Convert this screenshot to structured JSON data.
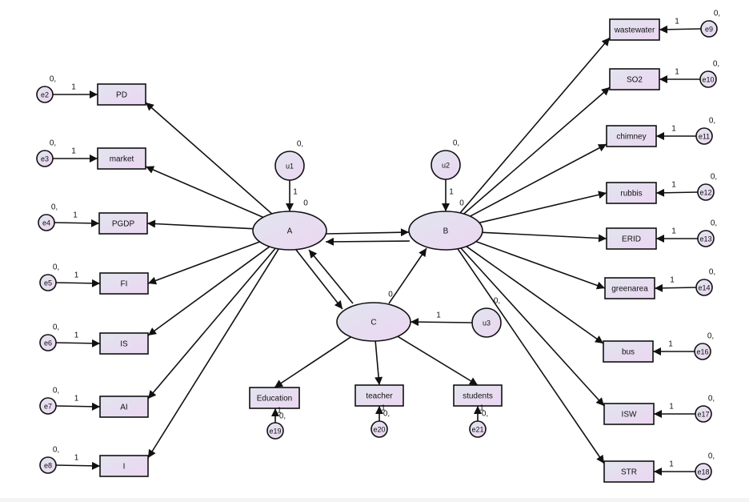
{
  "diagram": {
    "type": "structural-equation-model",
    "colors": {
      "node_fill_start": "#e1e5ee",
      "node_fill_end": "#ecd6f2",
      "stroke": "#1a1a1a",
      "background": "#ffffff"
    },
    "latent": [
      {
        "id": "A",
        "label": "A",
        "param": "0"
      },
      {
        "id": "B",
        "label": "B",
        "param": "0"
      },
      {
        "id": "C",
        "label": "C",
        "param": "0"
      }
    ],
    "disturbances": [
      {
        "id": "u1",
        "label": "u1",
        "param": "0,",
        "target": "A",
        "weight": "1"
      },
      {
        "id": "u2",
        "label": "u2",
        "param": "0,",
        "target": "B",
        "weight": "1"
      },
      {
        "id": "u3",
        "label": "u3",
        "param": "0,",
        "target": "C",
        "weight": "1"
      }
    ],
    "indicators_A": [
      {
        "label": "PD",
        "error": "e2",
        "error_param": "0,",
        "weight": "1"
      },
      {
        "label": "market",
        "error": "e3",
        "error_param": "0,",
        "weight": "1"
      },
      {
        "label": "PGDP",
        "error": "e4",
        "error_param": "0,",
        "weight": "1"
      },
      {
        "label": "FI",
        "error": "e5",
        "error_param": "0,",
        "weight": "1"
      },
      {
        "label": "IS",
        "error": "e6",
        "error_param": "0,",
        "weight": "1"
      },
      {
        "label": "AI",
        "error": "e7",
        "error_param": "0,",
        "weight": "1"
      },
      {
        "label": "I",
        "error": "e8",
        "error_param": "0,",
        "weight": "1"
      }
    ],
    "indicators_B": [
      {
        "label": "wastewater",
        "error": "e9",
        "error_param": "0,",
        "weight": "1"
      },
      {
        "label": "SO2",
        "error": "e10",
        "error_param": "0,",
        "weight": "1"
      },
      {
        "label": "chimney",
        "error": "e11",
        "error_param": "0,",
        "weight": "1"
      },
      {
        "label": "rubbis",
        "error": "e12",
        "error_param": "0,",
        "weight": "1"
      },
      {
        "label": "ERID",
        "error": "e13",
        "error_param": "0,",
        "weight": "1"
      },
      {
        "label": "greenarea",
        "error": "e14",
        "error_param": "0,",
        "weight": "1"
      },
      {
        "label": "bus",
        "error": "e16",
        "error_param": "0,",
        "weight": "1"
      },
      {
        "label": "ISW",
        "error": "e17",
        "error_param": "0,",
        "weight": "1"
      },
      {
        "label": "STR",
        "error": "e18",
        "error_param": "0,",
        "weight": "1"
      }
    ],
    "indicators_C": [
      {
        "label": "Education",
        "error": "e19",
        "error_param": "0,",
        "weight": "1"
      },
      {
        "label": "teacher",
        "error": "e20",
        "error_param": "0,",
        "weight": "1"
      },
      {
        "label": "students",
        "error": "e21",
        "error_param": "0,",
        "weight": "1"
      }
    ],
    "structural_paths": [
      {
        "from": "A",
        "to": "B"
      },
      {
        "from": "B",
        "to": "A"
      },
      {
        "from": "A",
        "to": "C"
      },
      {
        "from": "C",
        "to": "A"
      },
      {
        "from": "C",
        "to": "B"
      }
    ]
  }
}
